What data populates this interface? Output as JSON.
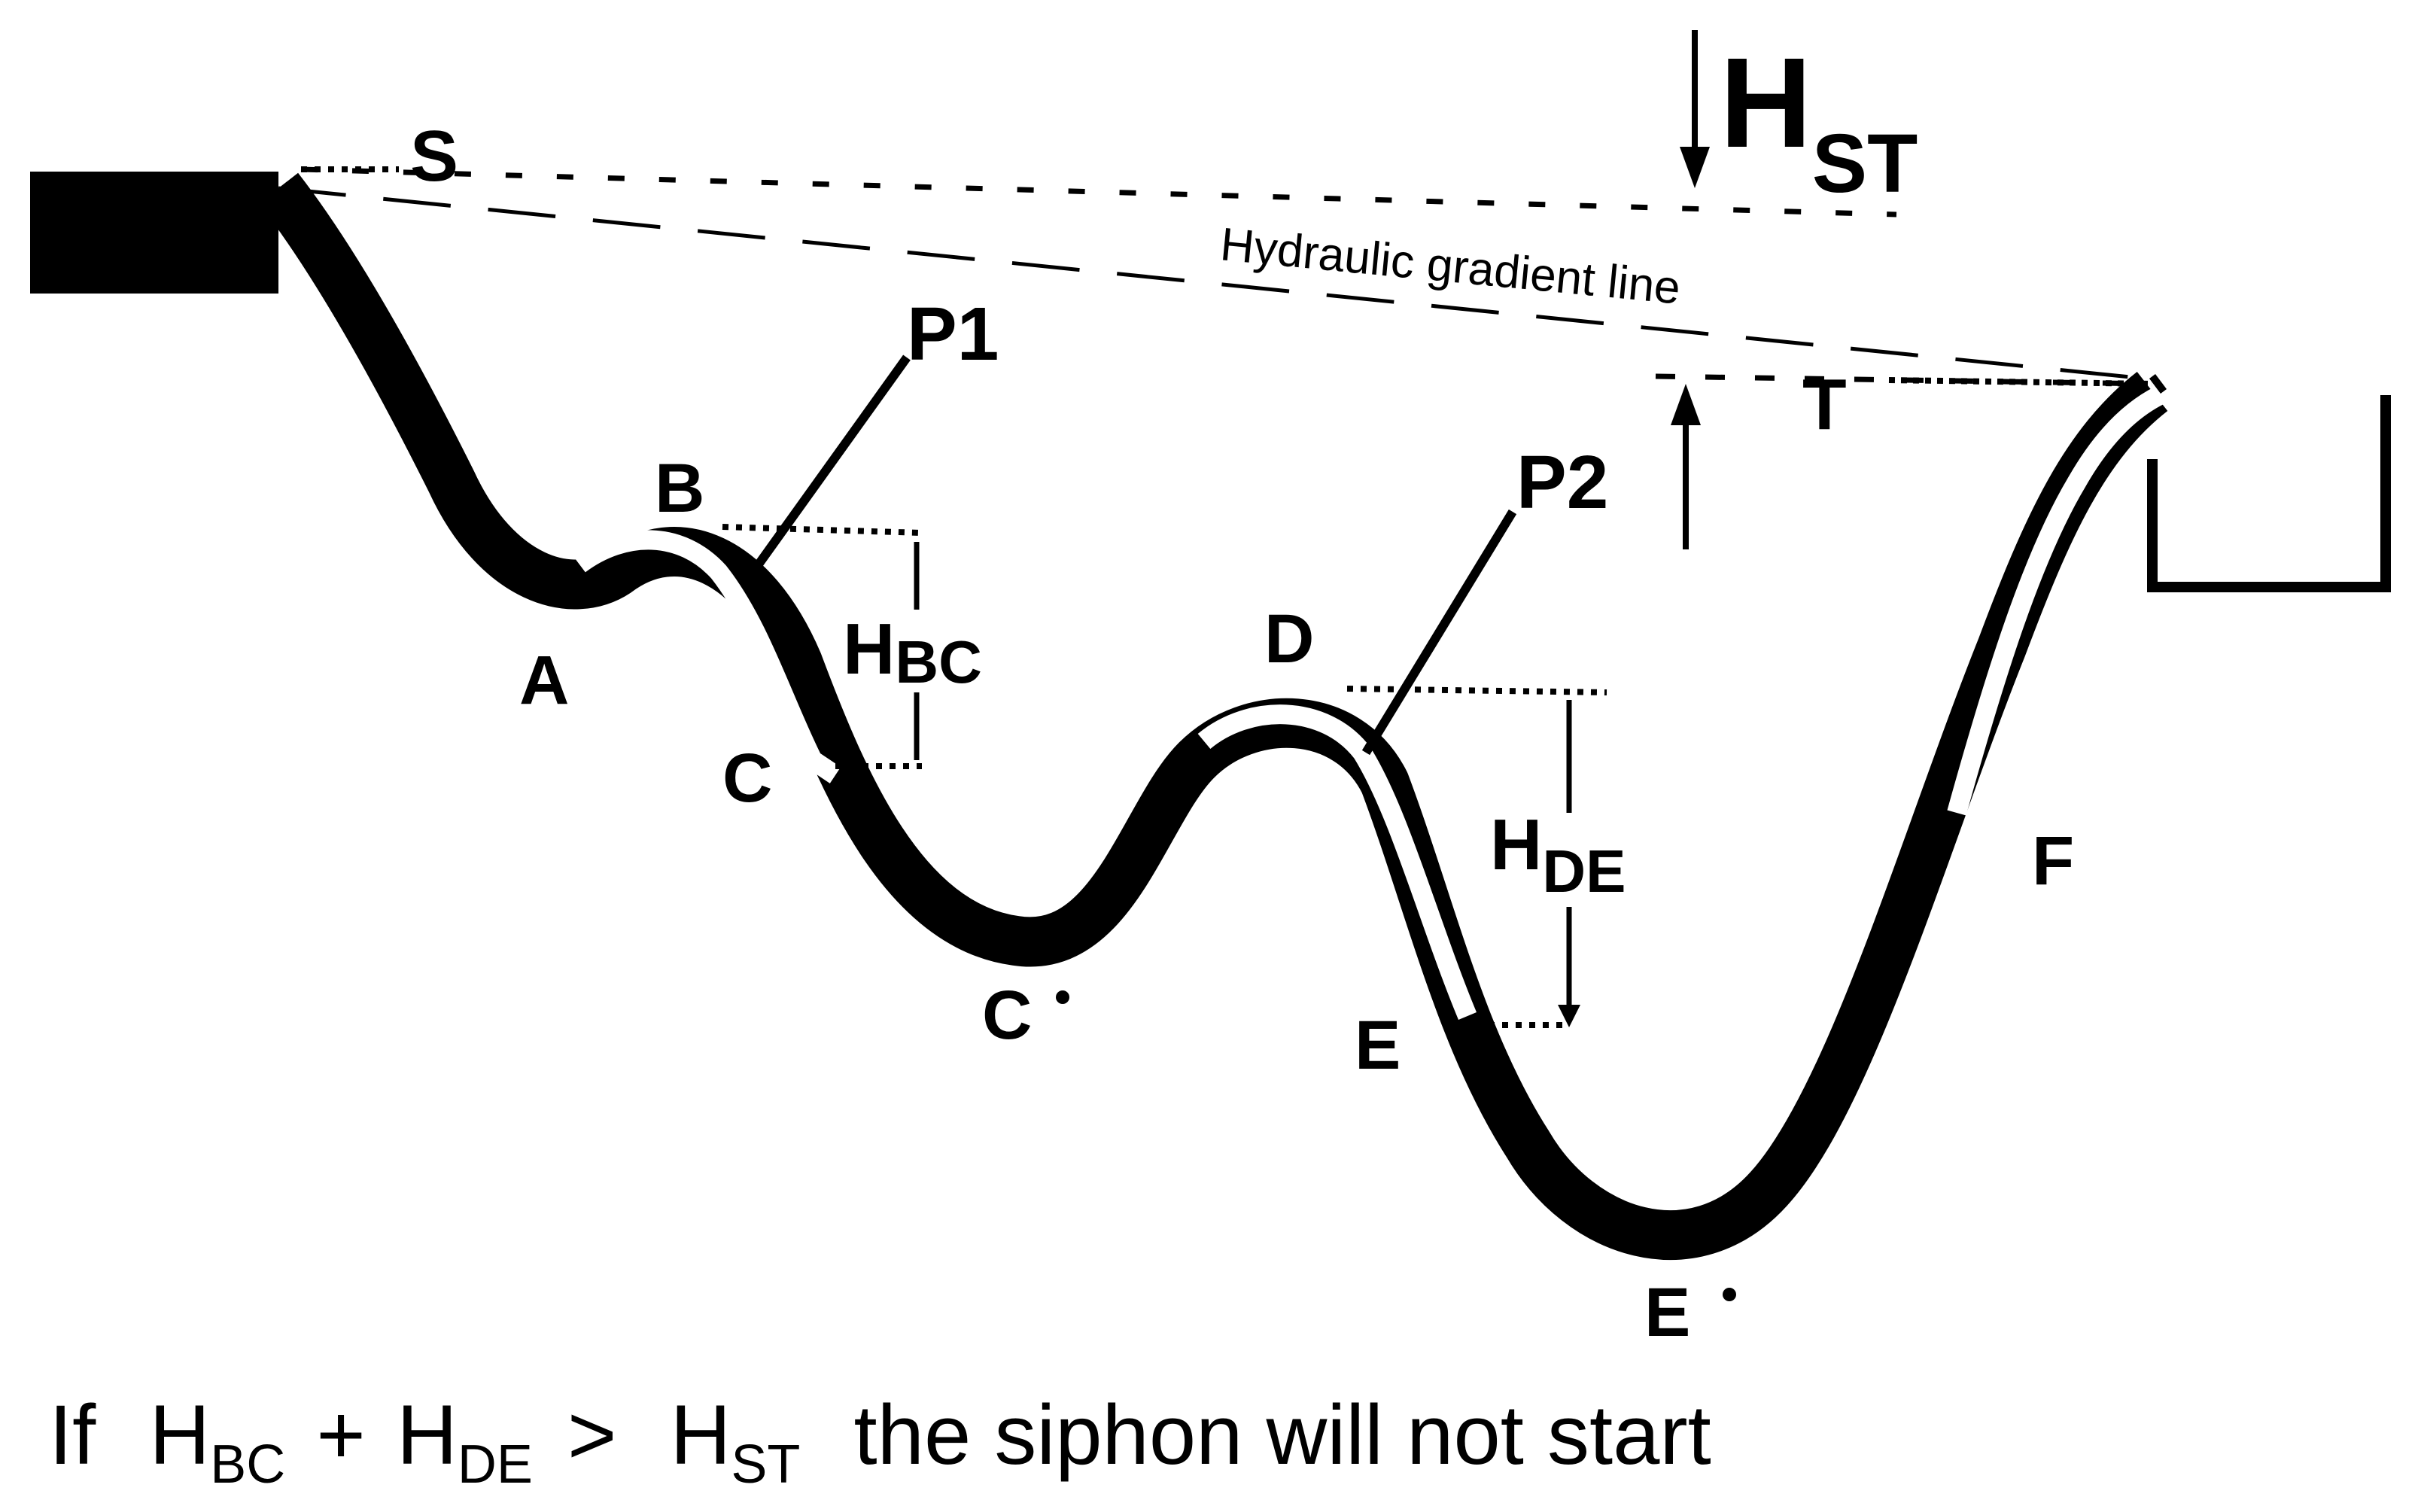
{
  "labels": {
    "S": "S",
    "T": "T",
    "A": "A",
    "B": "B",
    "C": "C",
    "C_prime": "C",
    "D": "D",
    "E": "E",
    "E_prime": "E",
    "F": "F",
    "P1": "P1",
    "P2": "P2",
    "H_ST": {
      "main": "H",
      "sub": "ST"
    },
    "H_BC": {
      "main": "H",
      "sub": "BC"
    },
    "H_DE": {
      "main": "H",
      "sub": "DE"
    },
    "hydraulic_gradient_line": "Hydraulic gradient line"
  },
  "caption": {
    "prefix": "If",
    "term1": {
      "main": "H",
      "sub": "BC"
    },
    "plus": "+",
    "term2": {
      "main": "H",
      "sub": "DE"
    },
    "gt": ">",
    "term3": {
      "main": "H",
      "sub": "ST"
    },
    "suffix": "the siphon will not start"
  },
  "colors": {
    "ink": "#000000",
    "background": "#ffffff"
  }
}
